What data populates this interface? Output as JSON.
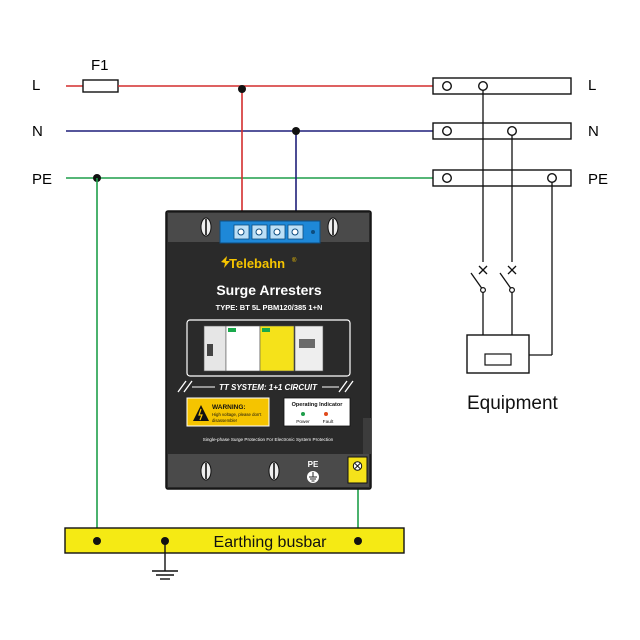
{
  "colors": {
    "line_L": "#d42d2d",
    "line_N": "#1f1f7a",
    "line_PE": "#1e9e4a",
    "busbar_fill": "#f5ea14",
    "device_body": "#2a2a2a",
    "device_accent": "#f5c400",
    "terminal_blue": "#1e88d8",
    "black": "#111111"
  },
  "lines": {
    "L": "L",
    "N": "N",
    "PE": "PE",
    "L_right": "L",
    "N_right": "N",
    "PE_right": "PE"
  },
  "fuse": {
    "label": "F1"
  },
  "equipment": {
    "label": "Equipment"
  },
  "busbar": {
    "label": "Earthing busbar"
  },
  "device": {
    "brand": "Telebahn",
    "brand_mark": "®",
    "title": "Surge Arresters",
    "type": "TYPE: BT 5L PBM120/385 1+N",
    "system": "TT SYSTEM: 1+1 CIRCUIT",
    "warning_title": "WARNING:",
    "warning_text_1": "High voltage, please don't",
    "warning_text_2": "disassemble!",
    "indicator_title": "Operating Indicator",
    "indicator_power": "Power",
    "indicator_fault": "Fault",
    "footer": "Single-phase Surge Protection For Electronic System Protection",
    "pe_label": "PE"
  }
}
